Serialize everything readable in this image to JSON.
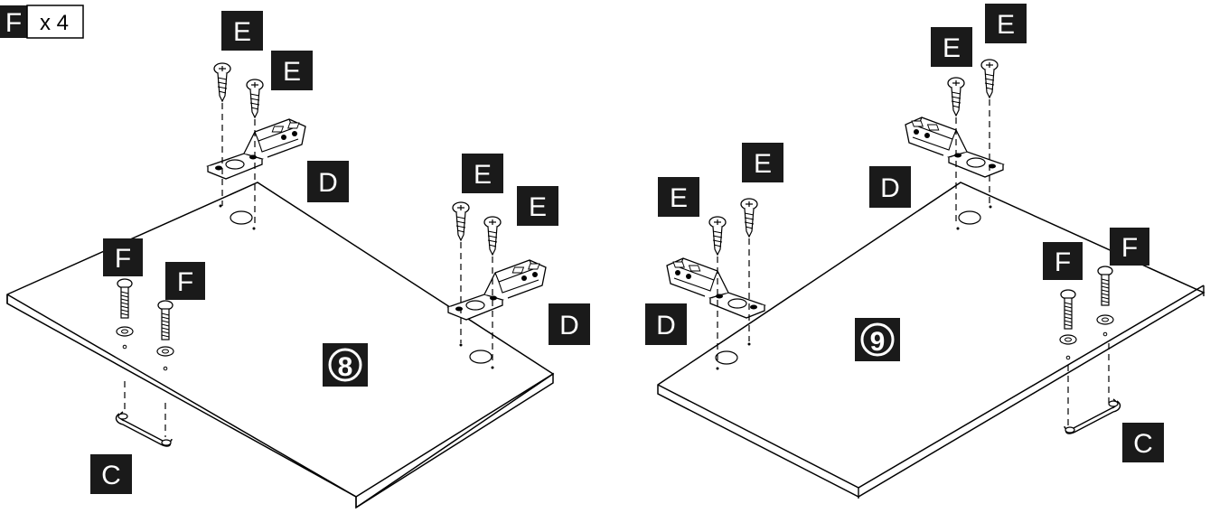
{
  "quantity_badge": {
    "part": "F",
    "quantity": "x 4"
  },
  "steps": [
    {
      "number": "8",
      "parts": {
        "screw": "E",
        "hinge": "D",
        "bolt": "F",
        "handle": "C"
      }
    },
    {
      "number": "9",
      "parts": {
        "screw": "E",
        "hinge": "D",
        "bolt": "F",
        "handle": "C"
      }
    }
  ],
  "colors": {
    "label_bg": "#1a1a1a",
    "label_text": "#ffffff",
    "line": "#000000",
    "panel_fill": "#ffffff"
  }
}
